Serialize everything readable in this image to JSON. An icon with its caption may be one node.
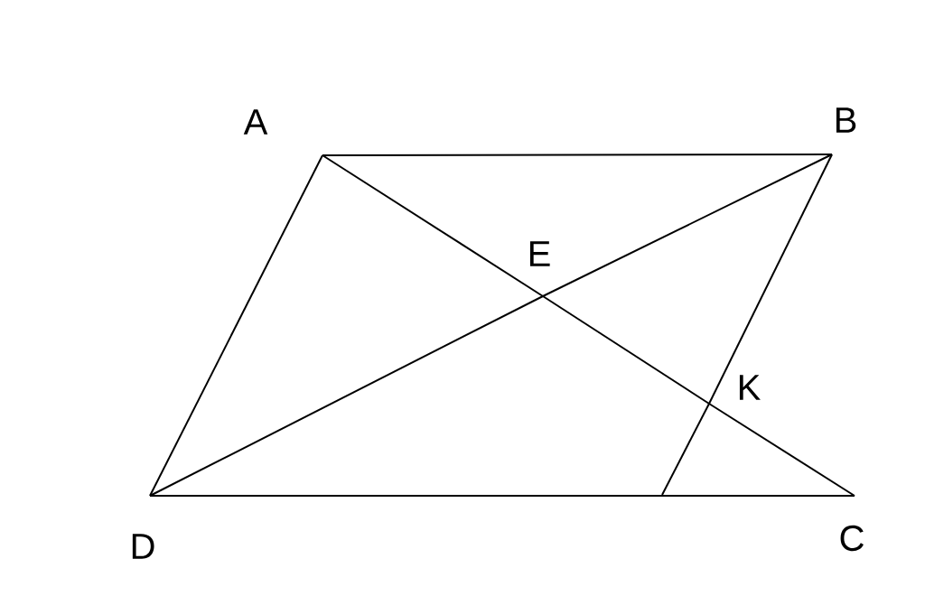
{
  "diagram": {
    "nodes": [
      {
        "text": [
          "A"
        ]
      },
      {
        "text": [
          "B"
        ]
      },
      {
        "text": [
          "C"
        ]
      },
      {
        "text": [
          "D"
        ]
      },
      {
        "text": [
          "E"
        ]
      },
      {
        "text": [
          "K"
        ]
      }
    ],
    "edges": [
      {
        "from": 0,
        "to": 1,
        "arrow": "none"
      },
      {
        "from": 0,
        "to": 3,
        "arrow": "none"
      },
      {
        "from": 3,
        "to": 4,
        "arrow": "none"
      },
      {
        "from": 4,
        "to": 1,
        "arrow": "none"
      },
      {
        "from": 0,
        "to": 4,
        "arrow": "none"
      },
      {
        "from": 4,
        "to": 5,
        "arrow": "none"
      },
      {
        "from": 5,
        "to": 2,
        "arrow": "none"
      },
      {
        "from": 1,
        "to": 5,
        "arrow": "none"
      },
      {
        "from": 5,
        "to": null,
        "arrow": "none"
      },
      {
        "from": 3,
        "to": 2,
        "arrow": "none"
      }
    ]
  }
}
